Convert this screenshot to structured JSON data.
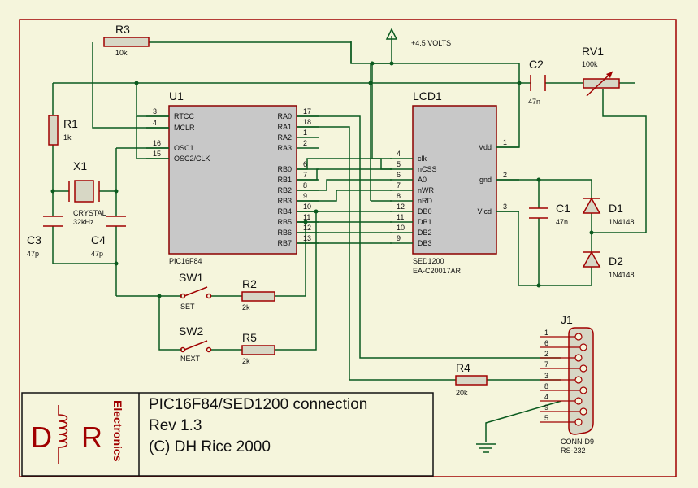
{
  "supply": {
    "label": "+4.5 VOLTS"
  },
  "u1": {
    "ref": "U1",
    "part": "PIC16F84",
    "pins_left": [
      {
        "num": "3",
        "name": "RTCC"
      },
      {
        "num": "4",
        "name": "MCLR"
      },
      {
        "num": "16",
        "name": "OSC1"
      },
      {
        "num": "15",
        "name": "OSC2/CLK"
      }
    ],
    "pins_right": [
      {
        "num": "17",
        "name": "RA0"
      },
      {
        "num": "18",
        "name": "RA1"
      },
      {
        "num": "1",
        "name": "RA2"
      },
      {
        "num": "2",
        "name": "RA3"
      },
      {
        "num": "6",
        "name": "RB0"
      },
      {
        "num": "7",
        "name": "RB1"
      },
      {
        "num": "8",
        "name": "RB2"
      },
      {
        "num": "9",
        "name": "RB3"
      },
      {
        "num": "10",
        "name": "RB4"
      },
      {
        "num": "11",
        "name": "RB5"
      },
      {
        "num": "12",
        "name": "RB6"
      },
      {
        "num": "13",
        "name": "RB7"
      }
    ]
  },
  "lcd1": {
    "ref": "LCD1",
    "part": "SED1200",
    "model": "EA-C20017AR",
    "pins_left": [
      {
        "num": "4",
        "name": "clk"
      },
      {
        "num": "5",
        "name": "nCSS"
      },
      {
        "num": "6",
        "name": "A0"
      },
      {
        "num": "7",
        "name": "nWR"
      },
      {
        "num": "8",
        "name": "nRD"
      },
      {
        "num": "12",
        "name": "DB0"
      },
      {
        "num": "11",
        "name": "DB1"
      },
      {
        "num": "10",
        "name": "DB2"
      },
      {
        "num": "9",
        "name": "DB3"
      }
    ],
    "pins_right": [
      {
        "num": "1",
        "name": "Vdd"
      },
      {
        "num": "2",
        "name": "gnd"
      },
      {
        "num": "3",
        "name": "Vlcd"
      }
    ]
  },
  "r1": {
    "ref": "R1",
    "value": "1k"
  },
  "r2": {
    "ref": "R2",
    "value": "2k"
  },
  "r3": {
    "ref": "R3",
    "value": "10k"
  },
  "r4": {
    "ref": "R4",
    "value": "20k"
  },
  "r5": {
    "ref": "R5",
    "value": "2k"
  },
  "rv1": {
    "ref": "RV1",
    "value": "100k"
  },
  "c1": {
    "ref": "C1",
    "value": "47n"
  },
  "c2": {
    "ref": "C2",
    "value": "47n"
  },
  "c3": {
    "ref": "C3",
    "value": "47p"
  },
  "c4": {
    "ref": "C4",
    "value": "47p"
  },
  "x1": {
    "ref": "X1",
    "type": "CRYSTAL",
    "value": "32kHz"
  },
  "d1": {
    "ref": "D1",
    "value": "1N4148"
  },
  "d2": {
    "ref": "D2",
    "value": "1N4148"
  },
  "sw1": {
    "ref": "SW1",
    "label": "SET"
  },
  "sw2": {
    "ref": "SW2",
    "label": "NEXT"
  },
  "j1": {
    "ref": "J1",
    "part": "CONN-D9",
    "desc": "RS-232",
    "pins": [
      "1",
      "6",
      "2",
      "7",
      "3",
      "8",
      "4",
      "9",
      "5"
    ]
  },
  "title_block": {
    "logo_d": "D",
    "logo_r": "R",
    "logo_side": "Electronics",
    "line1": "PIC16F84/SED1200 connection",
    "line2": "Rev 1.3",
    "line3": "(C) DH Rice 2000"
  },
  "colors": {
    "background": "#f5f5dc",
    "wire": "#0a5a1e",
    "component": "#a00000",
    "ic_fill": "#c8c8c8"
  }
}
